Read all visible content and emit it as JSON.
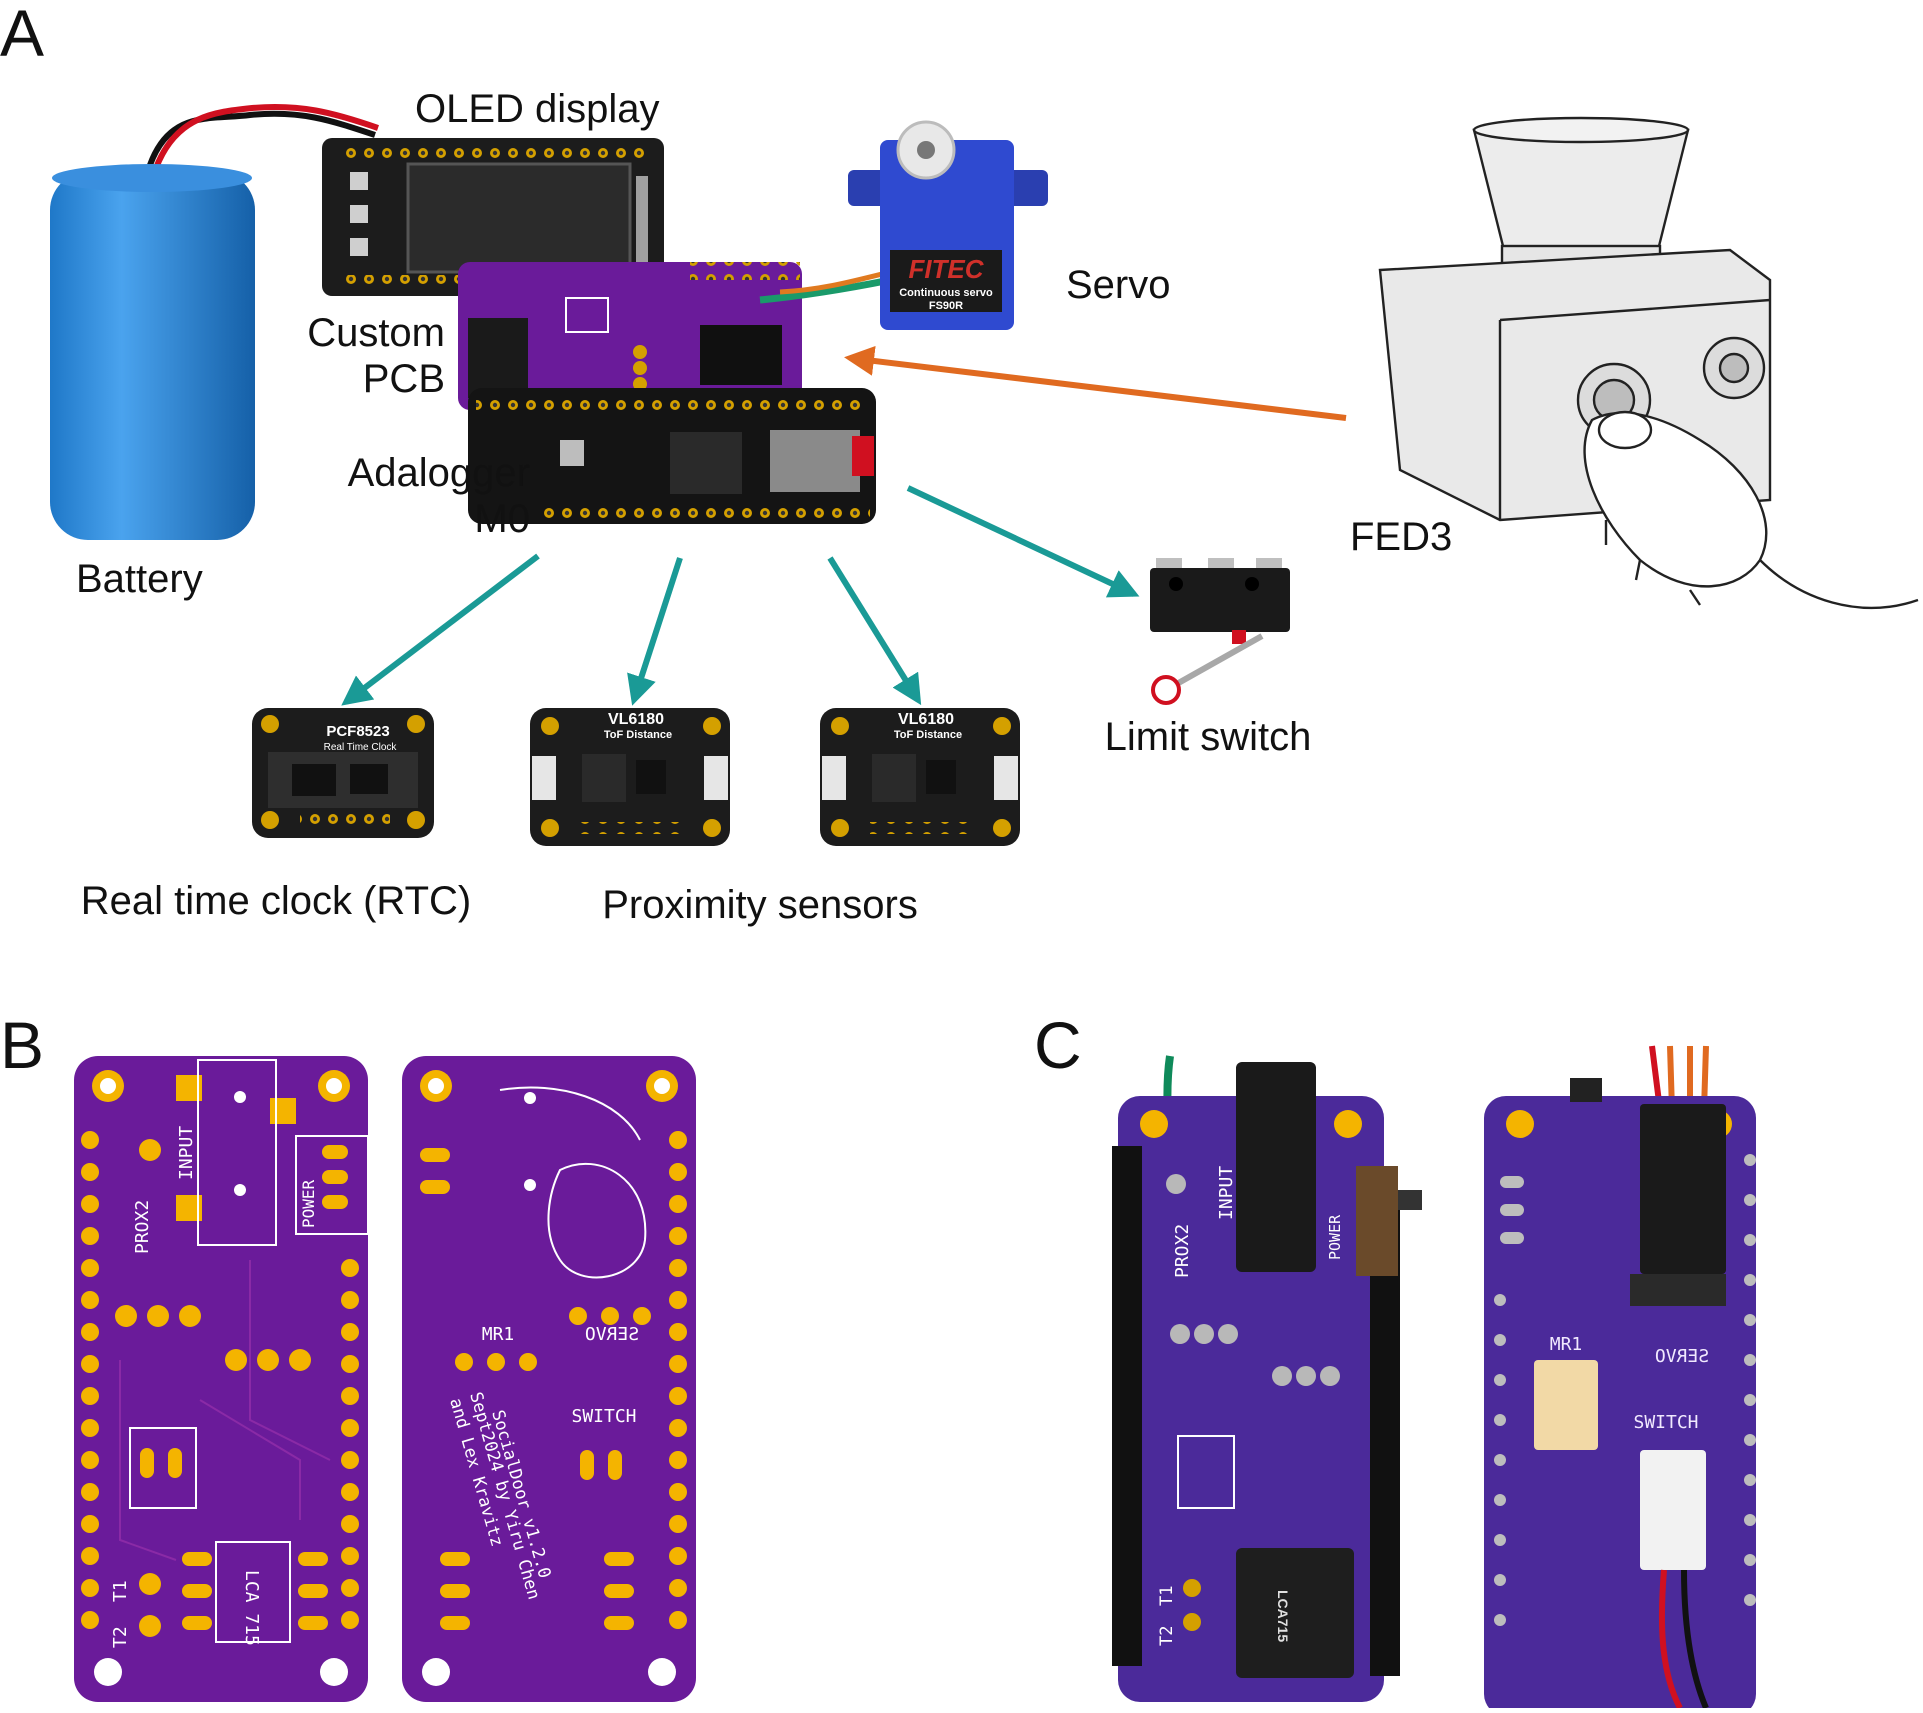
{
  "panels": {
    "a": {
      "letter": "A"
    },
    "b": {
      "letter": "B"
    },
    "c": {
      "letter": "C"
    }
  },
  "components": {
    "battery": "Battery",
    "oled": "OLED display",
    "custom_pcb_line1": "Custom",
    "custom_pcb_line2": "PCB",
    "adalogger_line1": "Adalogger",
    "adalogger_line2": "M0",
    "servo": "Servo",
    "fed3": "FED3",
    "limit_switch": "Limit switch",
    "rtc": "Real time clock (RTC)",
    "prox_sensors": "Proximity sensors"
  },
  "chips": {
    "rtc_name": "PCF8523",
    "rtc_sub": "Real Time Clock",
    "tof_name": "VL6180",
    "tof_sub": "ToF Distance",
    "servo_brand": "FITEC",
    "servo_sub1": "Continuous servo",
    "servo_sub2": "FS90R",
    "opto_chip": "LCA715"
  },
  "pcb_labels": {
    "input": "INPUT",
    "power": "POWER",
    "prox2": "PROX2",
    "t1": "T1",
    "t2": "T2",
    "mr1": "MR1",
    "servo": "SERVO",
    "switch": "SWITCH",
    "opto": "LCA 715",
    "credit_line1": "SocialDoor v1.2.0",
    "credit_line2": "Sept2024 by Yiru Chen",
    "credit_line3": "and Lex Kravitz"
  },
  "colors": {
    "pcb_purple": "#6a1b9a",
    "arrow_teal": "#1a9a96",
    "arrow_orange": "#e06a20",
    "pad_gold": "#f4b400"
  }
}
